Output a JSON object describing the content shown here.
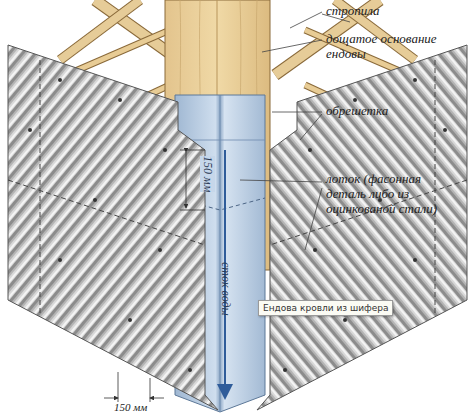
{
  "diagram": {
    "nodes": [
      {
        "text": [
          "Ендова кровли из шифера"
        ]
      }
    ],
    "labels": [
      "стропила",
      "дощатое основание ендовы",
      "обрешетка",
      "лоток (фасонная деталь либо из оцинкованой стали)",
      "150 мм",
      "сток воды",
      "150 мм"
    ]
  }
}
